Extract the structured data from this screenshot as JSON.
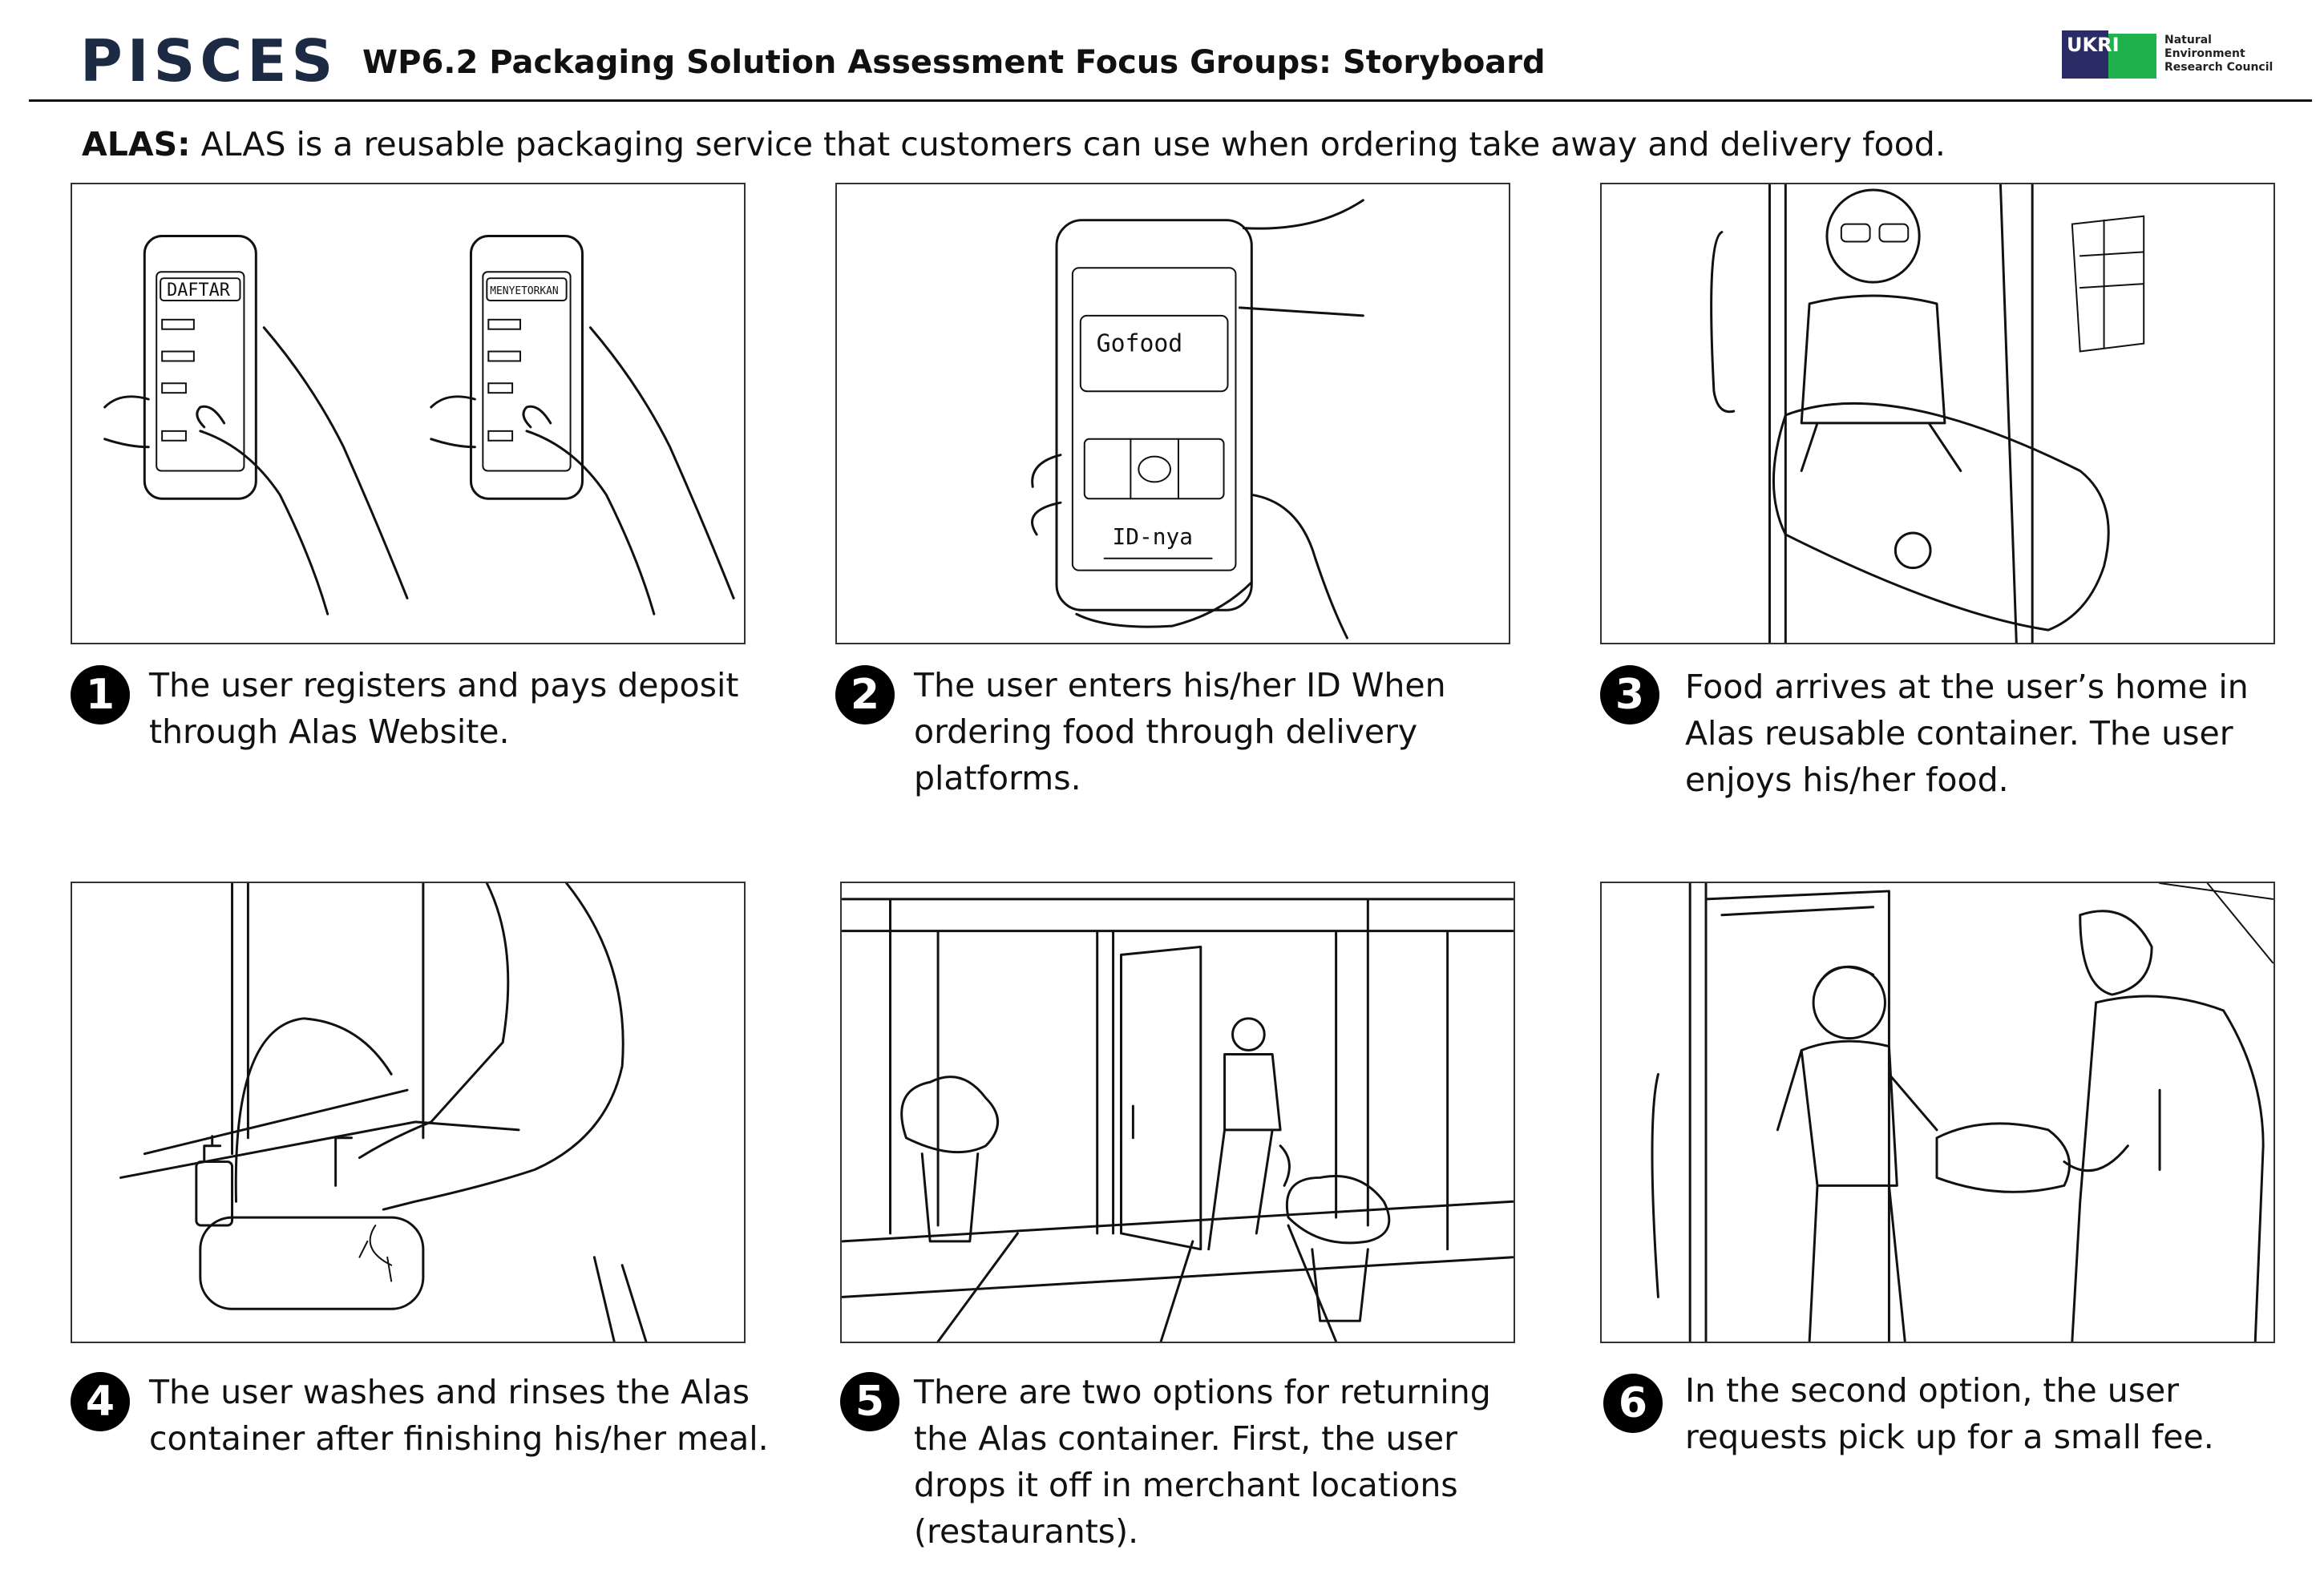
{
  "header": {
    "logo_text": "PISCES",
    "title": "WP6.2 Packaging Solution Assessment Focus Groups: Storyboard",
    "funder_logo_text": "UKRI",
    "funder_name": [
      "Natural",
      "Environment",
      "Research Council"
    ]
  },
  "intro": {
    "label": "ALAS:",
    "text": "ALAS is a reusable packaging service that customers can use when ordering take away and delivery food."
  },
  "panels": [
    {
      "number": "1",
      "caption": "The user registers and pays deposit through Alas Website.",
      "sketch_text": [
        "DAFTAR",
        "MENYETORKAN"
      ]
    },
    {
      "number": "2",
      "caption": "The user enters his/her ID When ordering food through delivery platforms.",
      "sketch_text": [
        "Gofood",
        "ID-nya"
      ]
    },
    {
      "number": "3",
      "caption": "Food arrives at the user’s home in Alas reusable container. The user enjoys his/her food."
    },
    {
      "number": "4",
      "caption": "The user washes and rinses the Alas container after finishing his/her meal."
    },
    {
      "number": "5",
      "caption": "There are two options for returning the Alas container. First, the user drops it off in merchant locations (restaurants)."
    },
    {
      "number": "6",
      "caption": "In the second option, the user requests pick up for a small fee."
    }
  ]
}
